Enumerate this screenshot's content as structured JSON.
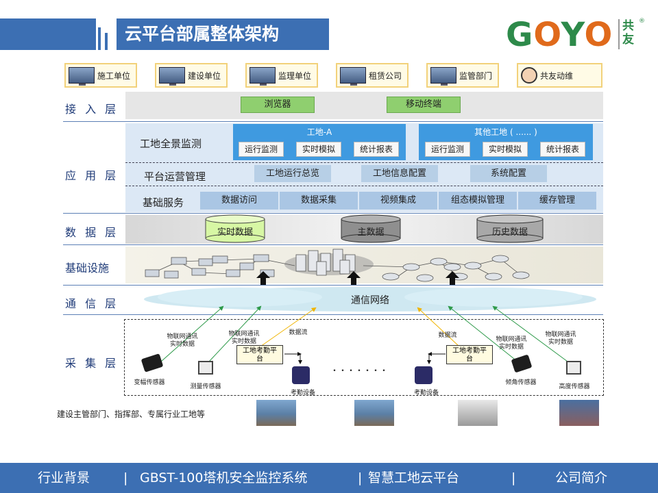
{
  "header": {
    "title": "云平台部属整体架构"
  },
  "logo": {
    "text_main_g": "G",
    "text_main_o1": "O",
    "text_main_y": "Y",
    "text_main_o2": "O",
    "text_cn": "共友",
    "mark": "®"
  },
  "stakeholders": [
    "施工单位",
    "建设单位",
    "监理单位",
    "租赁公司",
    "监管部门",
    "共友动维"
  ],
  "layers": {
    "access": "接 入 层",
    "application": "应 用 层",
    "data": "数 据 层",
    "infrastructure": "基础设施",
    "communication": "通 信 层",
    "collection": "采 集 层"
  },
  "access": {
    "browser": "浏览器",
    "mobile": "移动终端"
  },
  "application": {
    "row1_label": "工地全景监测",
    "panel_a_title": "工地-A",
    "panel_b_title": "其他工地 ( ...... )",
    "panel_buttons": [
      "运行监测",
      "实时模拟",
      "统计报表"
    ],
    "row2_label": "平台运营管理",
    "row2_items": [
      "工地运行总览",
      "工地信息配置",
      "系统配置"
    ],
    "row3_label": "基础服务",
    "row3_items": [
      "数据访问",
      "数据采集",
      "视频集成",
      "组态模拟管理",
      "缓存管理"
    ]
  },
  "data_layer": {
    "realtime": "实时数据",
    "master": "主数据",
    "history": "历史数据"
  },
  "communication": {
    "network": "通信网络"
  },
  "collection": {
    "iot_label_1a": "物联网通讯",
    "iot_label_1b": "实时数据",
    "iot_label_2a": "物联网通讯",
    "iot_label_2b": "实时数据",
    "flow_1": "数据流",
    "flow_2": "数据流",
    "iot_label_3a": "物联网通讯",
    "iot_label_3b": "实时数据",
    "iot_label_4a": "物联网通讯",
    "iot_label_4b": "实时数据",
    "platform_left": "工地考勤平台",
    "platform_right": "工地考勤平台",
    "dots": "・・・・・・・",
    "sensor_1": "变幅传感器",
    "sensor_2": "测量传感器",
    "device_left": "考勤设备",
    "device_right": "考勤设备",
    "sensor_3": "倾角传感器",
    "sensor_4": "高度传感器"
  },
  "bottom_caption": "建设主管部门、指挥部、专属行业工地等",
  "footer": {
    "item1": "行业背景",
    "sep1": "|",
    "item2": "GBST-100塔机安全监控系统",
    "sep2": "|",
    "item3": "智慧工地云平台",
    "sep3": "|",
    "item4": "公司简介"
  }
}
